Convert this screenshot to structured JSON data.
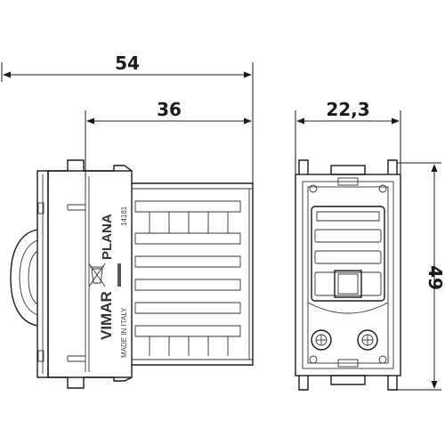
{
  "dimensions": {
    "overall_depth": "54",
    "body_depth": "36",
    "width": "22,3",
    "height": "49"
  },
  "side_view_markings": {
    "brand": "VIMAR",
    "series": "PLANA",
    "code": "14181",
    "origin": "MADE IN ITALY"
  },
  "colors": {
    "line": "#1a1a1a",
    "background": "#ffffff"
  }
}
